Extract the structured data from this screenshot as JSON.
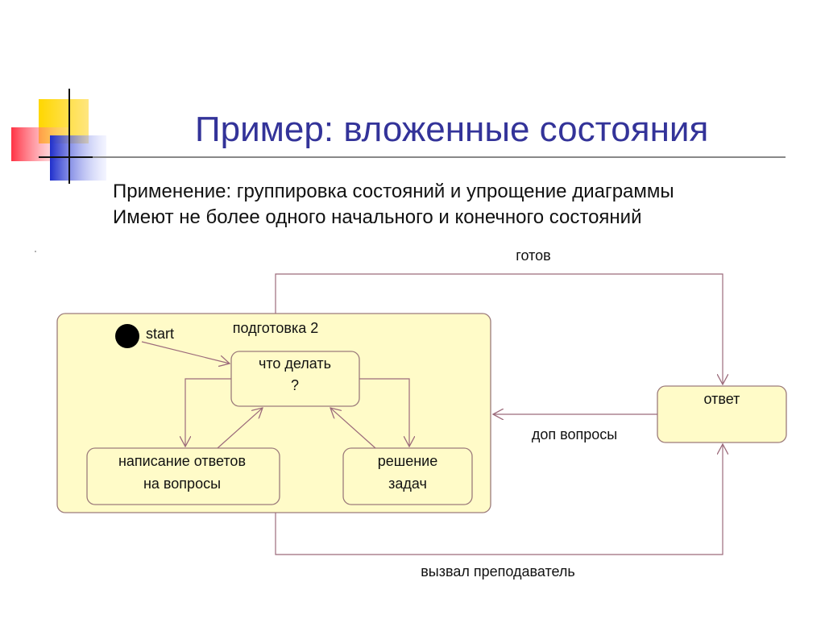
{
  "slide": {
    "title": "Пример: вложенные состояния",
    "bullets": [
      "Применение: группировка состояний и упрощение диаграммы",
      "Имеют не более одного начального и конечного состояний"
    ]
  },
  "diagram": {
    "composite_state": {
      "label": "подготовка 2"
    },
    "initial": {
      "label": "start"
    },
    "states": {
      "what_to_do": {
        "line1": "что делать",
        "line2": "?"
      },
      "writing": {
        "line1": "написание ответов",
        "line2": "на вопросы"
      },
      "solving": {
        "line1": "решение",
        "line2": "задач"
      },
      "answer": {
        "line1": "ответ"
      }
    },
    "transitions": {
      "ready": "готов",
      "extra_questions": "доп вопросы",
      "called_by_teacher": "вызвал преподаватель"
    }
  },
  "colors": {
    "title": "#333399",
    "state_fill": "#FFFBC8",
    "state_stroke": "#9C7B7B",
    "edge": "#9C6B7B",
    "deco_yellow": "#FFD700",
    "deco_red": "#FF3344",
    "deco_blue": "#2233CC"
  }
}
